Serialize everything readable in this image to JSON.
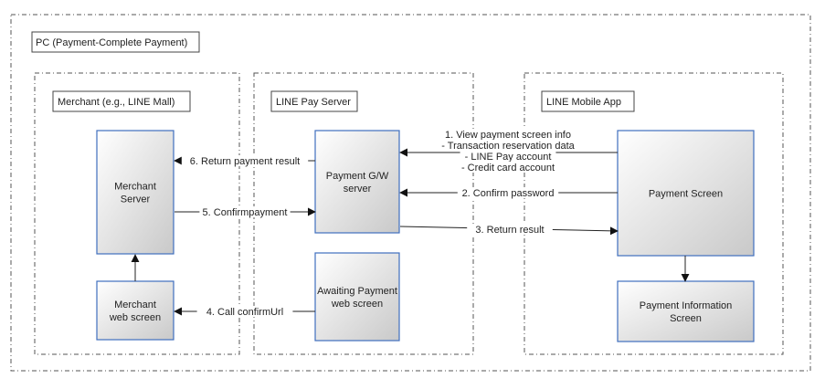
{
  "outer_frame": {
    "label": "PC (Payment-Complete Payment)"
  },
  "lanes": [
    {
      "id": "merchant",
      "label": "Merchant (e.g., LINE Mall)"
    },
    {
      "id": "server",
      "label": "LINE Pay Server"
    },
    {
      "id": "app",
      "label": "LINE Mobile App"
    }
  ],
  "nodes": [
    {
      "id": "merchant-server",
      "lines": [
        "Merchant",
        "Server"
      ]
    },
    {
      "id": "merchant-web",
      "lines": [
        "Merchant",
        "web screen"
      ]
    },
    {
      "id": "payment-gw",
      "lines": [
        "Payment G/W",
        "server"
      ]
    },
    {
      "id": "awaiting-web",
      "lines": [
        "Awaiting Payment",
        "web screen"
      ]
    },
    {
      "id": "payment-screen",
      "lines": [
        "Payment Screen"
      ]
    },
    {
      "id": "payment-info",
      "lines": [
        "Payment Information",
        "Screen"
      ]
    }
  ],
  "edges": [
    {
      "id": "edge-1",
      "from": "payment-screen",
      "to": "payment-gw",
      "lines": [
        "1. View payment screen info",
        "- Transaction reservation data",
        "- LINE Pay account",
        "- Credit card account"
      ]
    },
    {
      "id": "edge-2",
      "from": "payment-screen",
      "to": "payment-gw",
      "lines": [
        "2. Confirm password"
      ]
    },
    {
      "id": "edge-3",
      "from": "payment-gw",
      "to": "payment-screen",
      "lines": [
        "3. Return result"
      ]
    },
    {
      "id": "edge-4",
      "from": "awaiting-web",
      "to": "merchant-web",
      "lines": [
        "4. Call confirmUrl"
      ]
    },
    {
      "id": "edge-5",
      "from": "merchant-server",
      "to": "payment-gw",
      "lines": [
        "5. Confirmpayment"
      ]
    },
    {
      "id": "edge-6",
      "from": "payment-gw",
      "to": "merchant-server",
      "lines": [
        "6. Return payment result"
      ]
    },
    {
      "id": "edge-web-to-server",
      "from": "merchant-web",
      "to": "merchant-server",
      "lines": []
    },
    {
      "id": "edge-screen-to-info",
      "from": "payment-screen",
      "to": "payment-info",
      "lines": []
    }
  ]
}
